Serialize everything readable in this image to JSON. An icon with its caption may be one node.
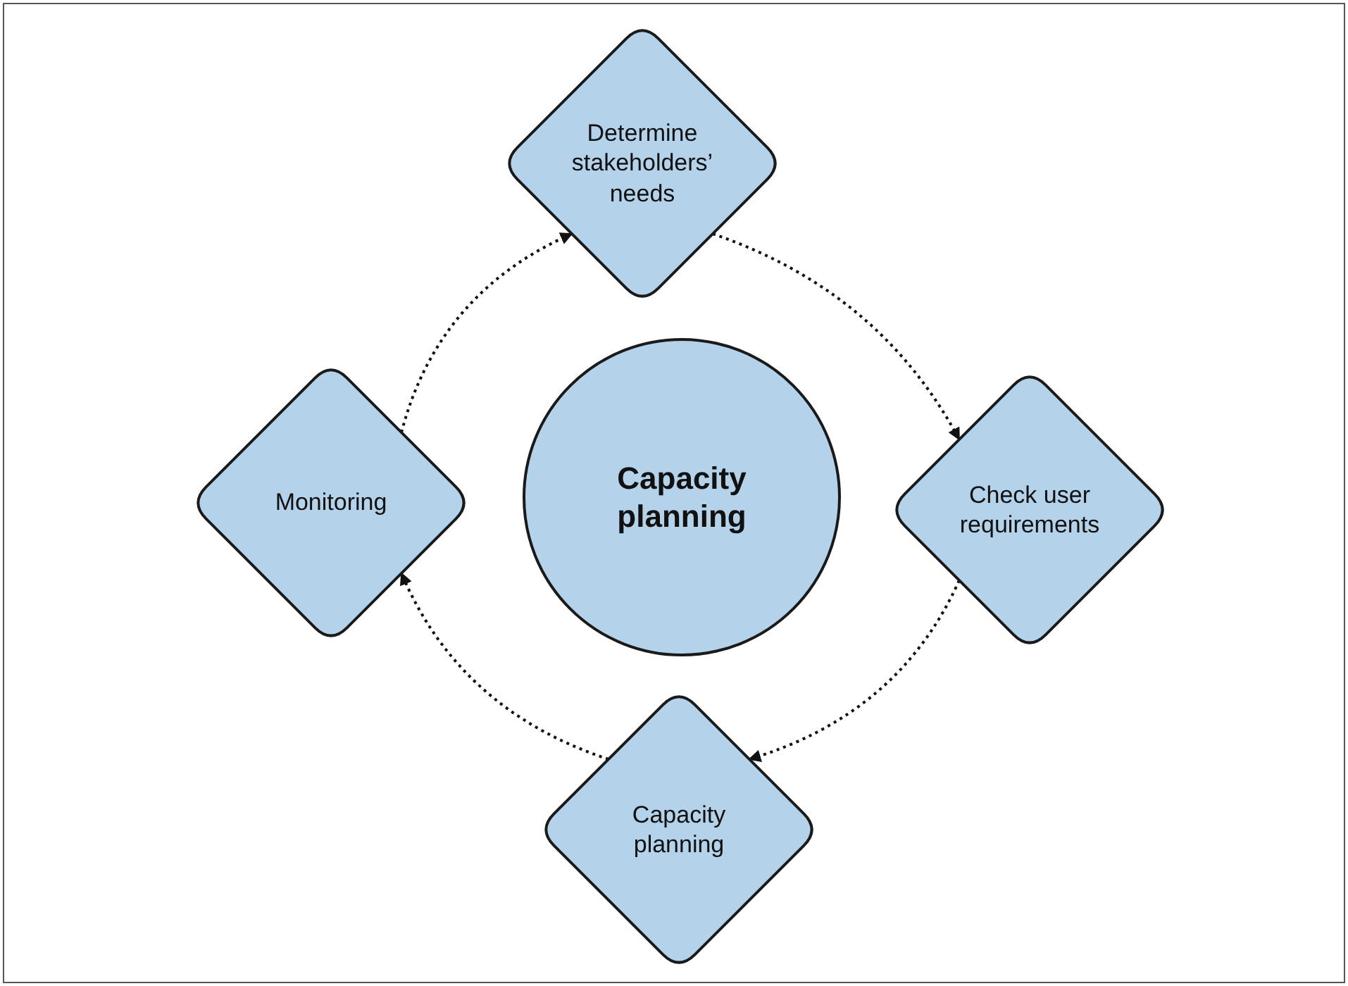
{
  "diagram": {
    "nodes": [
      {
        "text": [
          "Determine stakeholders’ needs"
        ]
      },
      {
        "text": [
          "Monitoring"
        ]
      },
      {
        "text": [
          "Capacity planning"
        ]
      },
      {
        "text": [
          "Check user requirements"
        ]
      },
      {
        "text": [
          "Capacity planning"
        ]
      }
    ],
    "edges": [
      {
        "from": 0,
        "to": 3,
        "arrow": "to"
      },
      {
        "from": 3,
        "to": 4,
        "arrow": "to"
      },
      {
        "from": 4,
        "to": 1,
        "arrow": "to"
      },
      {
        "from": 1,
        "to": 0,
        "arrow": "to"
      }
    ]
  }
}
